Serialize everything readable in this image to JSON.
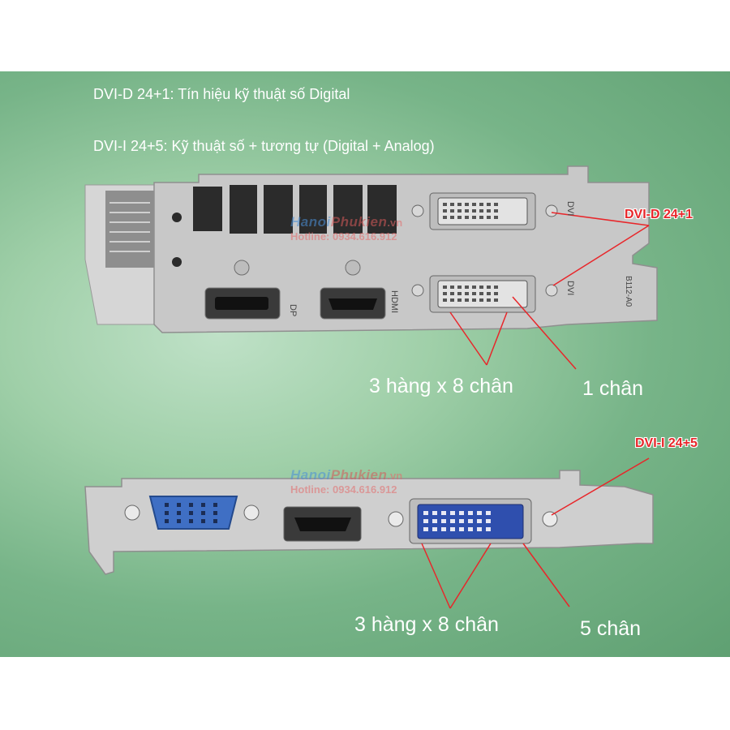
{
  "intro": {
    "line1": "DVI-D 24+1: Tín hiệu kỹ thuật số Digital",
    "line2": "DVI-I 24+5: Kỹ thuật số + tương tự (Digital + Analog)"
  },
  "top_card": {
    "callout_dvid": "DVI-D 24+1",
    "pins_rows": "3 hàng x 8 chân",
    "pin_single": "1 chân",
    "port_labels": {
      "dp": "DP",
      "hdmi": "HDMI",
      "dvi_top": "DVI",
      "dvi_bottom": "DVI",
      "model": "B112-A0"
    }
  },
  "bottom_card": {
    "callout_dvii": "DVI-I 24+5",
    "pins_rows": "3 hàng x 8 chân",
    "pins_five": "5 chân"
  },
  "watermark": {
    "brand_a": "Hanoi",
    "brand_b": "Phukien",
    "brand_suffix": ".vn",
    "hotline": "Hotline: 0934.616.912"
  },
  "colors": {
    "background": "#7fb98e",
    "callout_red": "#e8262a",
    "bracket_metal": "#c9c9c9",
    "vga_blue": "#3f6fc4",
    "dvi_blue": "#2f4fae"
  }
}
